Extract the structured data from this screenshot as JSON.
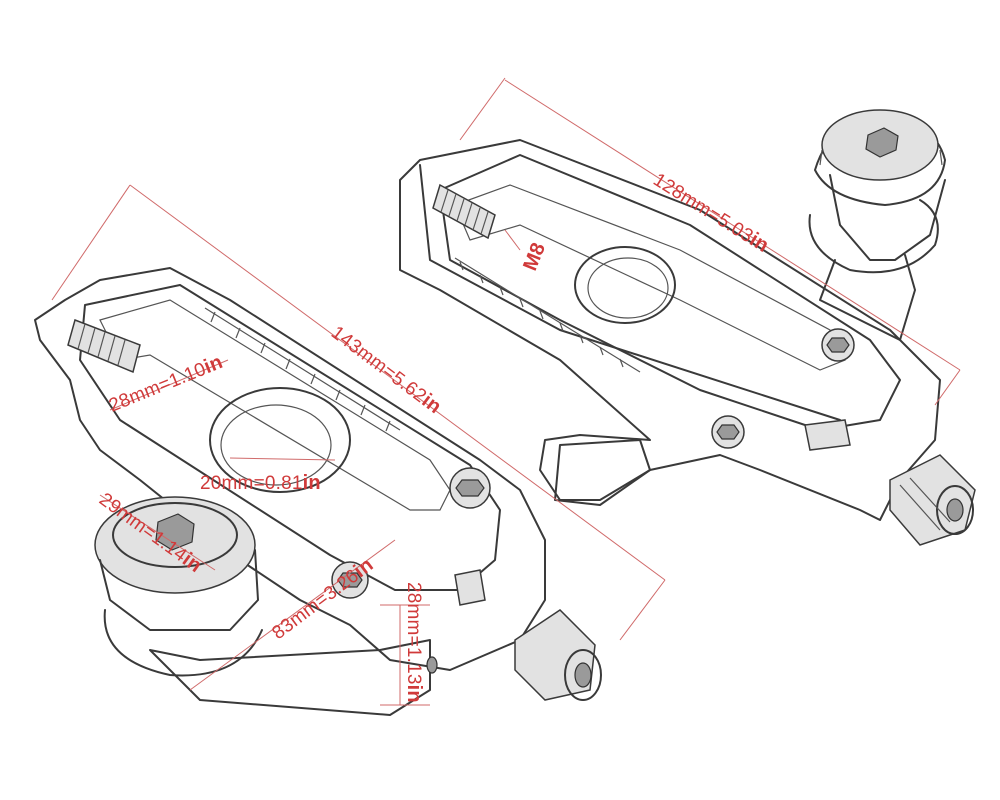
{
  "title": "",
  "dimensions": [
    {
      "id": "d128",
      "mm": "128mm=5.03",
      "unit": "in"
    },
    {
      "id": "d143",
      "mm": "143mm=5.62",
      "unit": "in"
    },
    {
      "id": "d28a",
      "mm": "28mm=1.10",
      "unit": "in"
    },
    {
      "id": "d20",
      "mm": "20mm=0.81",
      "unit": "in"
    },
    {
      "id": "d29",
      "mm": "29mm=1.14",
      "unit": "in"
    },
    {
      "id": "d83",
      "mm": "83mm=3.26",
      "unit": "in"
    },
    {
      "id": "d28b",
      "mm": "28mm=1.13",
      "unit": "in"
    }
  ],
  "thread_label": "M8",
  "colors": {
    "dimension": "#d03a3a",
    "outline": "#3a3a3a"
  },
  "parts": [
    "right-chain-adjuster",
    "left-chain-adjuster",
    "spool-slider-right",
    "spool-slider-left",
    "adjuster-bolt"
  ]
}
